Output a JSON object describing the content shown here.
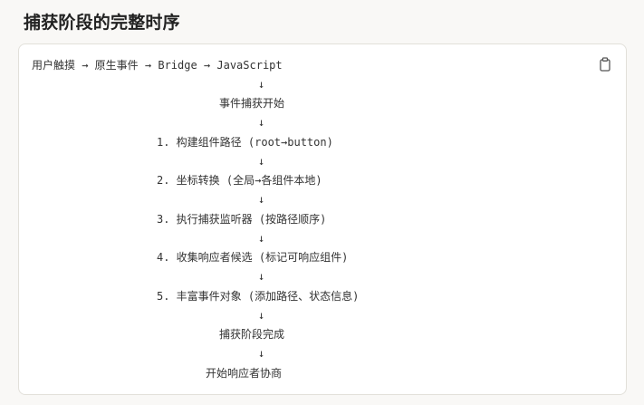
{
  "heading": "捕获阶段的完整时序",
  "code_block": {
    "copy_icon": "clipboard-icon",
    "lines": [
      "用户触摸 → 原生事件 → Bridge → JavaScript",
      "↓",
      "事件捕获开始",
      "↓",
      "1. 构建组件路径 (root→button)",
      "↓",
      "2. 坐标转换 (全局→各组件本地)",
      "↓",
      "3. 执行捕获监听器 (按路径顺序)",
      "↓",
      "4. 收集响应者候选 (标记可响应组件)",
      "↓",
      "5. 丰富事件对象 (添加路径、状态信息)",
      "↓",
      "捕获阶段完成",
      "↓",
      "开始响应者协商"
    ]
  }
}
